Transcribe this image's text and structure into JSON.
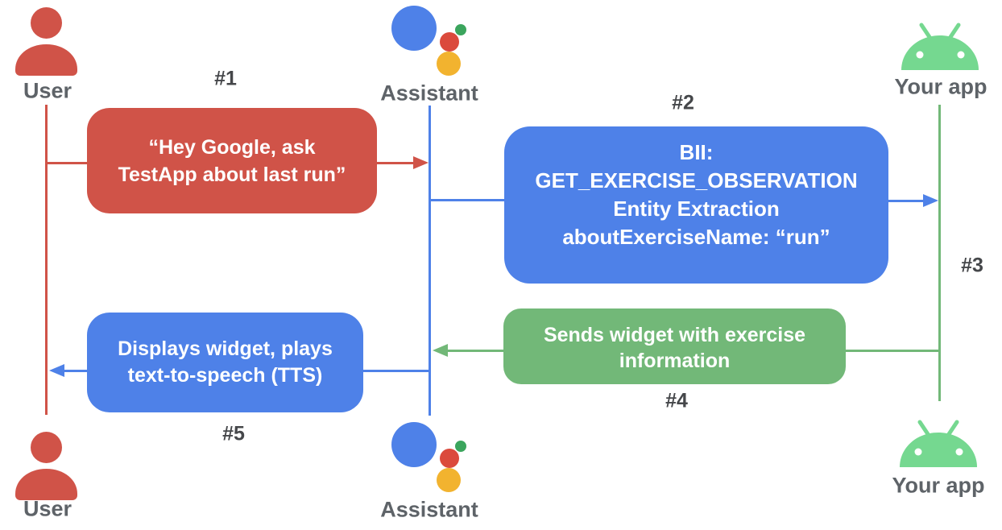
{
  "actors": {
    "user_top": {
      "label": "User",
      "icon": "person-icon"
    },
    "assistant_top": {
      "label": "Assistant",
      "icon": "google-assistant-icon"
    },
    "app_top": {
      "label": "Your app",
      "icon": "android-icon"
    },
    "user_bottom": {
      "label": "User",
      "icon": "person-icon"
    },
    "assistant_bottom": {
      "label": "Assistant",
      "icon": "google-assistant-icon"
    },
    "app_bottom": {
      "label": "Your app",
      "icon": "android-icon"
    }
  },
  "step_labels": {
    "s1": "#1",
    "s2": "#2",
    "s3": "#3",
    "s4": "#4",
    "s5": "#5"
  },
  "messages": {
    "m1": {
      "step": "#1",
      "from": "User",
      "to": "Assistant",
      "lines": [
        "“Hey Google, ask",
        "TestApp about last run”"
      ]
    },
    "m2": {
      "step": "#2",
      "from": "Assistant",
      "to": "Your app",
      "lines": [
        "BII:",
        "GET_EXERCISE_OBSERVATION",
        "Entity Extraction",
        "aboutExerciseName: “run”"
      ]
    },
    "m3": {
      "step": "#3",
      "from": "Your app",
      "to": "Your app",
      "lines": []
    },
    "m4": {
      "step": "#4",
      "from": "Your app",
      "to": "Assistant",
      "lines": [
        "Sends widget with exercise",
        "information"
      ]
    },
    "m5": {
      "step": "#5",
      "from": "Assistant",
      "to": "User",
      "lines": [
        "Displays widget, plays",
        "text-to-speech (TTS)"
      ]
    }
  },
  "colors": {
    "user_red": "#d05348",
    "assistant_blue": "#4e81e8",
    "message_green": "#72b878",
    "android_green": "#75d890",
    "assistant_logo_blue": "#4e81e8",
    "assistant_logo_red": "#db4a3c",
    "assistant_logo_yellow": "#f2b32f",
    "assistant_logo_green": "#3ba55d",
    "actor_label_gray": "#5e6368",
    "step_label_gray": "#45474a",
    "background": "#ffffff"
  }
}
